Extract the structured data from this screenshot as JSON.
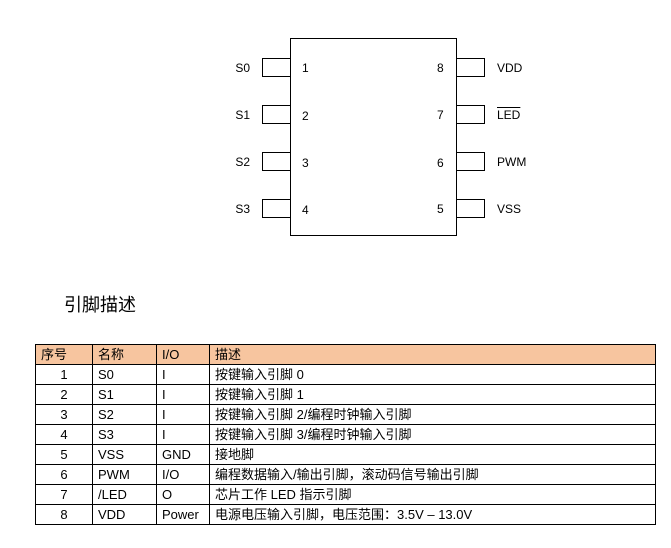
{
  "diagram": {
    "left_pins": [
      {
        "name": "S0",
        "number": "1"
      },
      {
        "name": "S1",
        "number": "2"
      },
      {
        "name": "S2",
        "number": "3"
      },
      {
        "name": "S3",
        "number": "4"
      }
    ],
    "right_pins": [
      {
        "name": "VDD",
        "number": "8"
      },
      {
        "name": "LED",
        "number": "7"
      },
      {
        "name": "PWM",
        "number": "6"
      },
      {
        "name": "VSS",
        "number": "5"
      }
    ]
  },
  "section_title": "引脚描述",
  "table": {
    "headers": [
      "序号",
      "名称",
      "I/O",
      "描述"
    ],
    "rows": [
      [
        "1",
        "S0",
        "I",
        "按键输入引脚 0"
      ],
      [
        "2",
        "S1",
        "I",
        "按键输入引脚 1"
      ],
      [
        "3",
        "S2",
        "I",
        "按键输入引脚 2/编程时钟输入引脚"
      ],
      [
        "4",
        "S3",
        "I",
        "按键输入引脚 3/编程时钟输入引脚"
      ],
      [
        "5",
        "VSS",
        "GND",
        "接地脚"
      ],
      [
        "6",
        "PWM",
        "I/O",
        "编程数据输入/输出引脚，滚动码信号输出引脚"
      ],
      [
        "7",
        "/LED",
        "O",
        "芯片工作 LED 指示引脚"
      ],
      [
        "8",
        "VDD",
        "Power",
        "电源电压输入引脚，电压范围：3.5V – 13.0V"
      ]
    ]
  },
  "colors": {
    "header_bg": "#f7c59f"
  }
}
